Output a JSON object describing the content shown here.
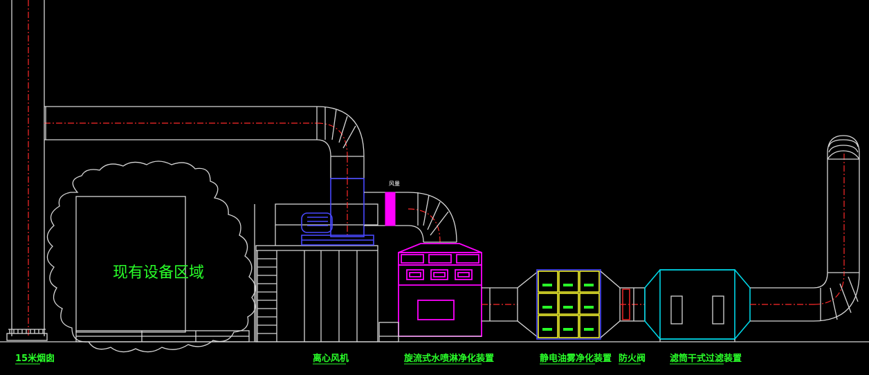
{
  "labels": {
    "chimney": "15米烟囱",
    "existing_area": "现有设备区域",
    "fan": "离心风机",
    "spray_tower": "旋流式水喷淋净化装置",
    "esp": "静电油雾净化装置",
    "fire_valve": "防火阀",
    "bag_filter": "滤筒干式过滤装置",
    "marker": "风量"
  },
  "colors": {
    "background": "#000000",
    "outline": "#d8d8d8",
    "centerline": "#ff2a2a",
    "label_text": "#29ff29",
    "fan_frame": "#4848ff",
    "spray_tower": "#ff00ff",
    "esp_cells": "#ffff30",
    "filter_box": "#00d8e8"
  }
}
